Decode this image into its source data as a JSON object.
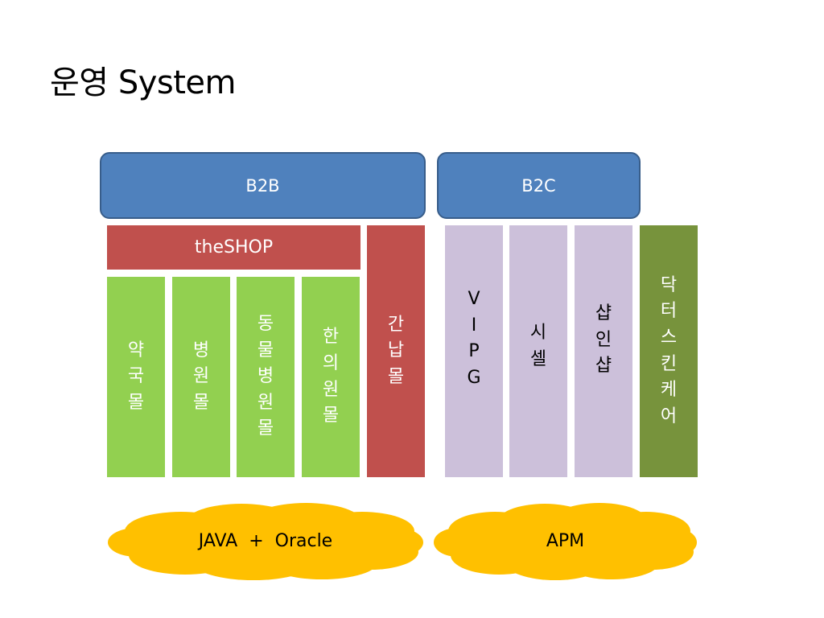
{
  "title": "운영 System",
  "headers": {
    "b2b": "B2B",
    "b2c": "B2C"
  },
  "theshop": "theSHOP",
  "b2b_columns": [
    {
      "chars": [
        "약",
        "국",
        "몰"
      ]
    },
    {
      "chars": [
        "병",
        "원",
        "몰"
      ]
    },
    {
      "chars": [
        "동",
        "물",
        "병",
        "원",
        "몰"
      ]
    },
    {
      "chars": [
        "한",
        "의",
        "원",
        "몰"
      ]
    },
    {
      "chars": [
        "간",
        "납",
        "몰"
      ]
    }
  ],
  "b2c_columns": [
    {
      "chars": [
        "V",
        "I",
        "P",
        "G"
      ]
    },
    {
      "chars": [
        "시",
        "셀"
      ]
    },
    {
      "chars": [
        "샵",
        "인",
        "샵"
      ]
    },
    {
      "chars": [
        "닥",
        "터",
        "스",
        "킨",
        "케",
        "어"
      ]
    }
  ],
  "platforms": {
    "b2b": "JAVA  +  Oracle",
    "b2c": "APM"
  },
  "colors": {
    "header_fill": "#4f81bd",
    "header_border": "#385d8a",
    "red": "#c0504d",
    "green": "#92d050",
    "lavender": "#ccc0da",
    "olive": "#77933c",
    "cloud_fill": "#ffc000"
  }
}
